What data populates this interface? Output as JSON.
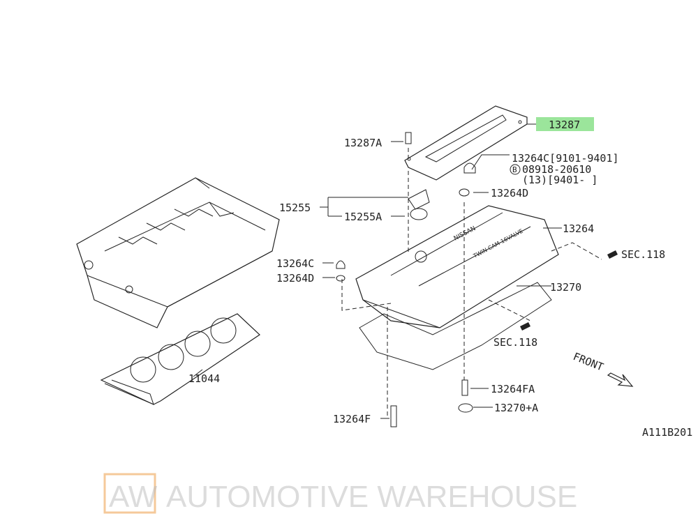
{
  "diagram": {
    "code": "A111B201",
    "front_label": "FRONT",
    "highlight_color": "#9be59b",
    "watermark": {
      "logo": "AW",
      "text": "AUTOMOTIVE WAREHOUSE"
    },
    "cover_text": {
      "brand": "NISSAN",
      "sub": "TWIN CAM 16VALVE"
    },
    "parts": {
      "p13287": "13287",
      "p13287A": "13287A",
      "p13264C_top": "13264C[9101-9401]",
      "p08918": "08918-20610",
      "p08918_qty": "(13)[9401-     ]",
      "bolt_symbol": "B",
      "p13264D_top": "13264D",
      "p15255": "15255",
      "p15255A": "15255A",
      "p13264": "13264",
      "sec118_a": "SEC.118",
      "p13264C": "13264C",
      "p13264D": "13264D",
      "p13270": "13270",
      "sec118_b": "SEC.118",
      "p11044": "11044",
      "p13264FA": "13264FA",
      "p13270A": "13270+A",
      "p13264F": "13264F"
    }
  }
}
